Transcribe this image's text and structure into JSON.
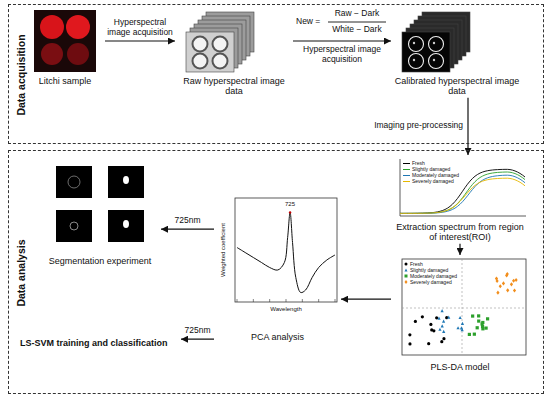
{
  "diagram": {
    "nodes": [
      {
        "text": [
          "Data acquisition"
        ]
      },
      {
        "text": [
          "Litchi sample"
        ],
        "in": 0
      },
      {
        "text": [
          "Raw hyperspectral image data"
        ],
        "in": 0
      },
      {
        "text": [
          "Calibrated hyperspectral image data"
        ],
        "in": 0
      },
      {
        "text": [
          "Data analysis"
        ]
      },
      {
        "text": [
          "Extraction spectrum from region of interest(ROI)"
        ],
        "in": 4
      },
      {
        "text": [
          "PLS-DA model"
        ],
        "in": 4
      },
      {
        "text": [
          "PCA analysis"
        ],
        "in": 4
      },
      {
        "text": [
          "Segmentation experiment"
        ],
        "in": 4
      },
      {
        "text": [
          "LS-SVM training and classification"
        ],
        "in": 4
      }
    ],
    "edges": [
      {
        "from": 1,
        "to": 2,
        "arrow": "to",
        "label": "Hyperspectral image acquisition"
      },
      {
        "from": 2,
        "to": 3,
        "arrow": "to",
        "label": "Hyperspectral image acquisition"
      },
      {
        "from": 3,
        "to": 5,
        "arrow": "to",
        "label": "Imaging pre-processing"
      },
      {
        "from": 5,
        "to": 6,
        "arrow": "to"
      },
      {
        "from": 6,
        "to": 7,
        "arrow": "to"
      },
      {
        "from": 7,
        "to": 8,
        "arrow": "to",
        "label": "725nm"
      },
      {
        "from": 7,
        "to": 9,
        "arrow": "to",
        "label": "725nm"
      }
    ],
    "labels": [
      "New =",
      "Raw − Dark",
      "White − Dark",
      "Wavelength",
      "Weighted coefficient",
      "725",
      "Fresh",
      "Slightly damaged",
      "Moderately damaged",
      "Severely damaged"
    ],
    "legend": [
      {
        "text": "Fresh",
        "color": "#000000"
      },
      {
        "text": "Slightly damaged",
        "color": "#2ca02c"
      },
      {
        "text": "Moderately damaged",
        "color": "#1f77b4"
      },
      {
        "text": "Severely damaged",
        "color": "#e6b800"
      }
    ]
  }
}
